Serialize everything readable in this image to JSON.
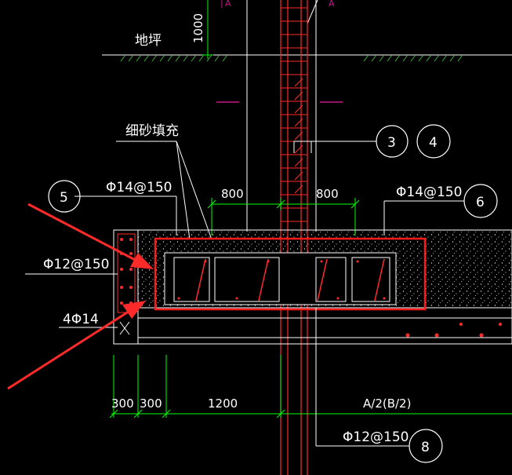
{
  "labels": {
    "ground": "地坪",
    "fill": "细砂填充",
    "rebar_top_left": "Φ14@150",
    "rebar_top_right": "Φ14@150",
    "rebar_left": "Φ12@150",
    "rebar_bottom_left": "4Φ14",
    "rebar_bottom": "Φ12@150",
    "section_mark_left": "A",
    "section_mark_right": "A"
  },
  "dimensions": {
    "vertical_top": "1000",
    "top_left": "800",
    "top_right": "800",
    "bottom_1": "300",
    "bottom_2": "300",
    "bottom_3": "1200",
    "bottom_4": "A/2(B/2)"
  },
  "callouts": [
    "3",
    "4",
    "5",
    "6",
    "8"
  ],
  "colors": {
    "background": "#000000",
    "structure": "#ffffff",
    "dimension": "#00ff00",
    "rebar": "#ff2a2a",
    "highlight": "#ff1a1a",
    "ground_hatch": "#3cb043",
    "section_mark": "#c71585"
  }
}
